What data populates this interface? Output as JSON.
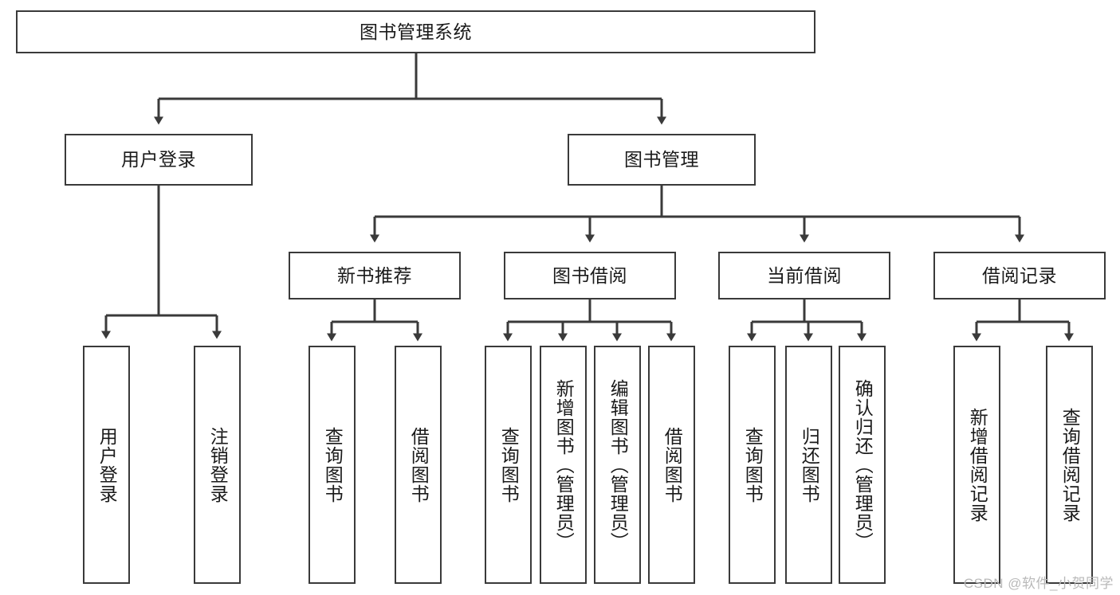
{
  "diagram": {
    "title": "图书管理系统",
    "root": {
      "id": "root",
      "label": "图书管理系统"
    },
    "level2": [
      {
        "id": "user-login",
        "label": "用户登录"
      },
      {
        "id": "book-manage",
        "label": "图书管理"
      }
    ],
    "level3": [
      {
        "id": "new-book-recommend",
        "label": "新书推荐"
      },
      {
        "id": "book-borrow",
        "label": "图书借阅"
      },
      {
        "id": "current-borrow",
        "label": "当前借阅"
      },
      {
        "id": "borrow-record",
        "label": "借阅记录"
      }
    ],
    "leaves": [
      {
        "id": "leaf-user-login",
        "label": "用户登录",
        "parent": "user-login"
      },
      {
        "id": "leaf-logout-login",
        "label": "注销登录",
        "parent": "user-login"
      },
      {
        "id": "leaf-query-book-1",
        "label": "查询图书",
        "parent": "new-book-recommend"
      },
      {
        "id": "leaf-borrow-book-1",
        "label": "借阅图书",
        "parent": "new-book-recommend"
      },
      {
        "id": "leaf-query-book-2",
        "label": "查询图书",
        "parent": "book-borrow"
      },
      {
        "id": "leaf-add-book",
        "label": "新增图书（管理员）",
        "parent": "book-borrow"
      },
      {
        "id": "leaf-edit-book",
        "label": "编辑图书（管理员）",
        "parent": "book-borrow"
      },
      {
        "id": "leaf-borrow-book-2",
        "label": "借阅图书",
        "parent": "book-borrow"
      },
      {
        "id": "leaf-query-book-3",
        "label": "查询图书",
        "parent": "current-borrow"
      },
      {
        "id": "leaf-return-book",
        "label": "归还图书",
        "parent": "current-borrow"
      },
      {
        "id": "leaf-confirm-return",
        "label": "确认归还（管理员）",
        "parent": "current-borrow"
      },
      {
        "id": "leaf-add-record",
        "label": "新增借阅记录",
        "parent": "borrow-record"
      },
      {
        "id": "leaf-query-record",
        "label": "查询借阅记录",
        "parent": "borrow-record"
      }
    ]
  },
  "watermark": {
    "text": "CSDN @软件_小贺同学"
  },
  "colors": {
    "stroke": "#3a3a3a",
    "background": "#ffffff",
    "text": "#1a1a1a",
    "watermark": "#b9b9b9"
  }
}
